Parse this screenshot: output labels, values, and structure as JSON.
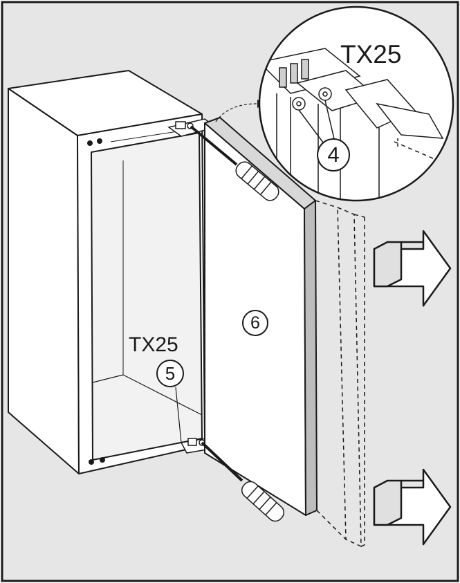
{
  "labels": {
    "torx_top": "TX25",
    "torx_bottom": "TX25",
    "step_4": "4",
    "step_5": "5",
    "step_6": "6"
  },
  "colors": {
    "background": "#e6e6e6",
    "line": "#1a1a1a",
    "surface": "#ffffff"
  },
  "icons": {
    "screwdriver": "screwdriver-icon",
    "arrow": "arrow-right-icon"
  }
}
